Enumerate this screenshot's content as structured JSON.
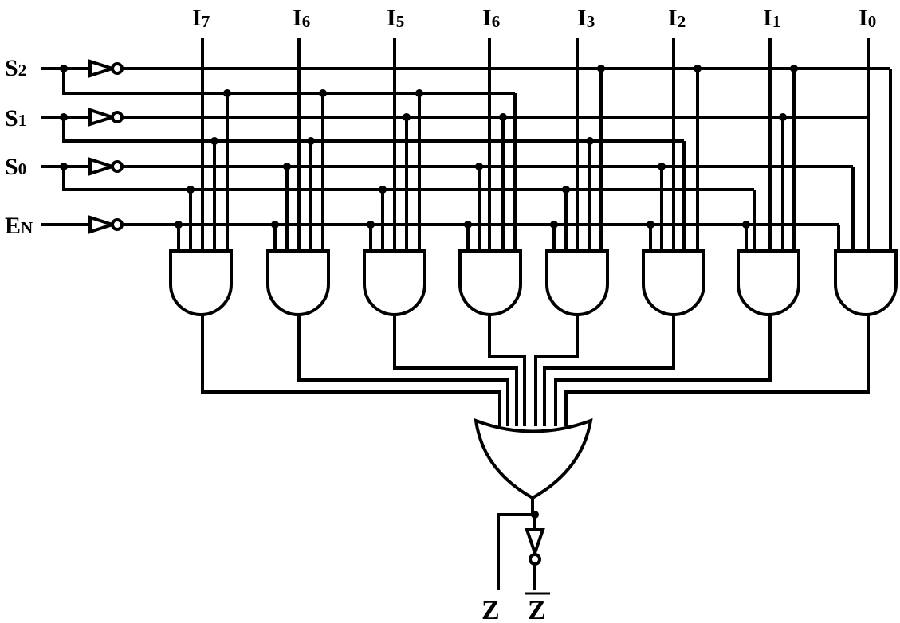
{
  "diagram": {
    "data_inputs": [
      {
        "base": "I",
        "sub": "7"
      },
      {
        "base": "I",
        "sub": "6"
      },
      {
        "base": "I",
        "sub": "5"
      },
      {
        "base": "I",
        "sub": "6"
      },
      {
        "base": "I",
        "sub": "3"
      },
      {
        "base": "I",
        "sub": "2"
      },
      {
        "base": "I",
        "sub": "1"
      },
      {
        "base": "I",
        "sub": "0"
      }
    ],
    "select_inputs": [
      {
        "base": "S",
        "sub": "2"
      },
      {
        "base": "S",
        "sub": "1"
      },
      {
        "base": "S",
        "sub": "0"
      }
    ],
    "enable_input": {
      "base": "E",
      "sub": "N"
    },
    "outputs": {
      "z": "Z",
      "z_bar": "Z"
    },
    "line_color": "#000000",
    "background": "#ffffff"
  }
}
